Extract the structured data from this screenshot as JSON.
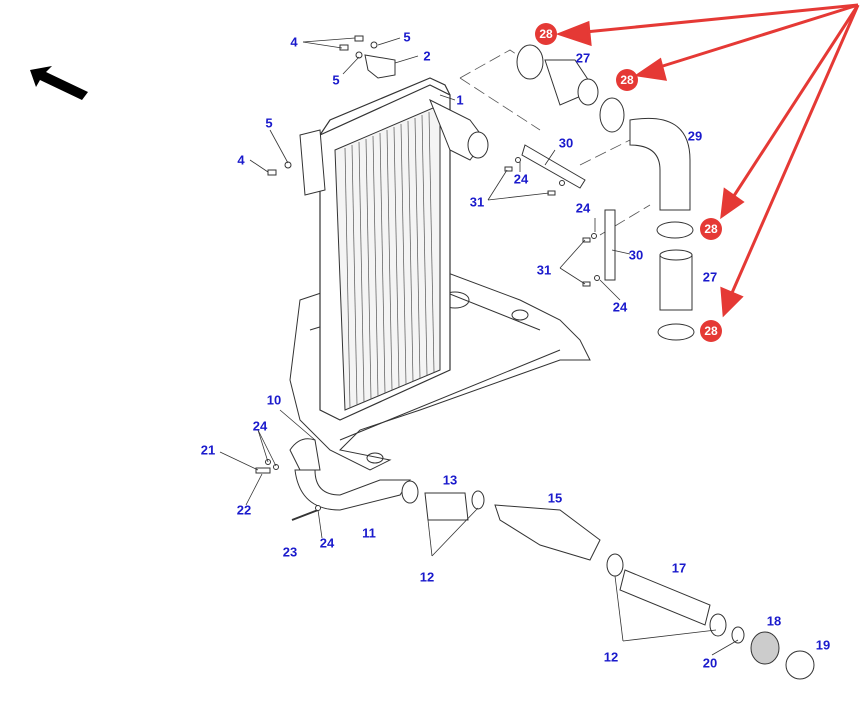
{
  "diagram": {
    "title": "Intercooler assembly exploded parts diagram",
    "highlight_color": "#e53935",
    "label_color": "#1a1acc",
    "highlighted_part": "28",
    "orientation_arrow": "front-direction-arrow",
    "callouts": [
      {
        "id": "c1",
        "text": "1"
      },
      {
        "id": "c2",
        "text": "2"
      },
      {
        "id": "c4a",
        "text": "4"
      },
      {
        "id": "c4b",
        "text": "4"
      },
      {
        "id": "c5a",
        "text": "5"
      },
      {
        "id": "c5b",
        "text": "5"
      },
      {
        "id": "c5c",
        "text": "5"
      },
      {
        "id": "c10",
        "text": "10"
      },
      {
        "id": "c11",
        "text": "11"
      },
      {
        "id": "c12a",
        "text": "12"
      },
      {
        "id": "c12b",
        "text": "12"
      },
      {
        "id": "c13",
        "text": "13"
      },
      {
        "id": "c15",
        "text": "15"
      },
      {
        "id": "c17",
        "text": "17"
      },
      {
        "id": "c18",
        "text": "18"
      },
      {
        "id": "c19",
        "text": "19"
      },
      {
        "id": "c20",
        "text": "20"
      },
      {
        "id": "c21",
        "text": "21"
      },
      {
        "id": "c22",
        "text": "22"
      },
      {
        "id": "c23",
        "text": "23"
      },
      {
        "id": "c24a",
        "text": "24"
      },
      {
        "id": "c24b",
        "text": "24"
      },
      {
        "id": "c24c",
        "text": "24"
      },
      {
        "id": "c24d",
        "text": "24"
      },
      {
        "id": "c24e",
        "text": "24"
      },
      {
        "id": "c27a",
        "text": "27"
      },
      {
        "id": "c27b",
        "text": "27"
      },
      {
        "id": "c29",
        "text": "29"
      },
      {
        "id": "c30a",
        "text": "30"
      },
      {
        "id": "c30b",
        "text": "30"
      },
      {
        "id": "c31a",
        "text": "31"
      },
      {
        "id": "c31b",
        "text": "31"
      }
    ],
    "badges": [
      {
        "id": "b1",
        "text": "28"
      },
      {
        "id": "b2",
        "text": "28"
      },
      {
        "id": "b3",
        "text": "28"
      },
      {
        "id": "b4",
        "text": "28"
      }
    ]
  }
}
